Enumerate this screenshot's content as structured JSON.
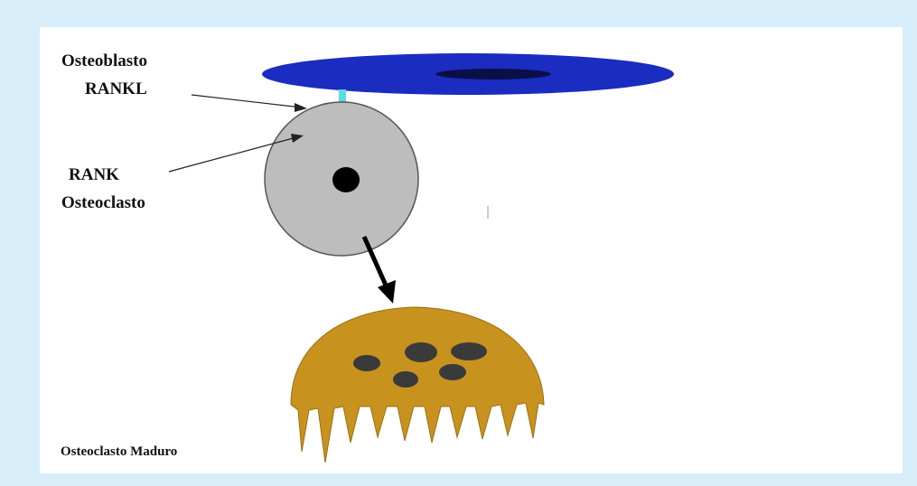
{
  "labels": {
    "osteoblast": "Osteoblasto",
    "rankl": "RANKL",
    "rank": "RANK",
    "osteoclast": "Osteoclasto",
    "mature_osteoclast": "Osteoclasto Maduro"
  },
  "colors": {
    "frame": "#d7eefa",
    "osteoblast_body": "#1a2dc0",
    "osteoblast_nucleus": "#0a0f4a",
    "rankl_ligand": "#55ddee",
    "rank_receptor": "#a6f04a",
    "osteoclast_precursor": "#bdbdbd",
    "nucleus": "#000000",
    "mature_osteoclast": "#c8921e",
    "mature_nuclei": "#3a3a3a"
  }
}
